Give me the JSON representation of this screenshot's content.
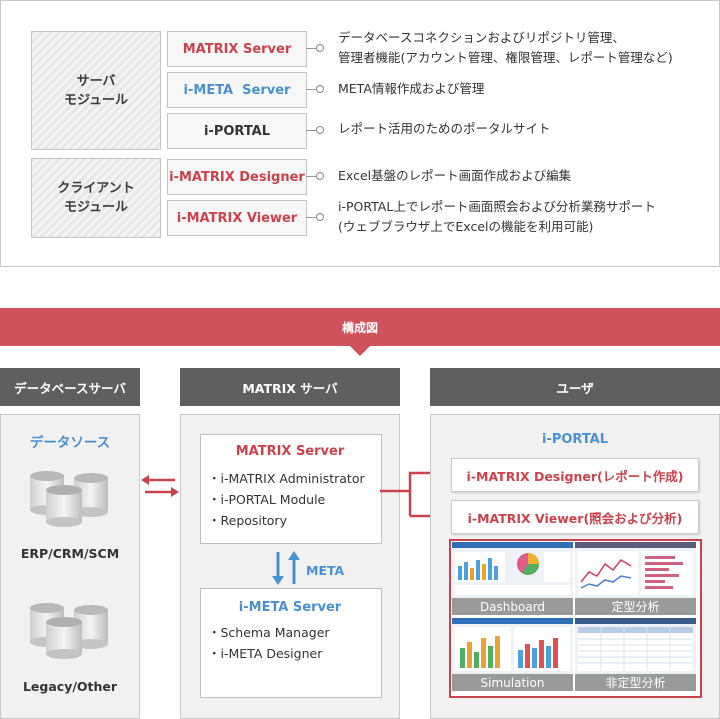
{
  "modules": {
    "server_category": [
      "サーバ",
      "モジュール"
    ],
    "client_category": [
      "クライアント",
      "モジュール"
    ],
    "rows": [
      {
        "name": "MATRIX Server",
        "desc": [
          "データベースコネクションおよびリポジトリ管理、",
          "管理者機能(アカウント管理、権限管理、レポート管理など)"
        ]
      },
      {
        "name": "i-META  Server",
        "desc": [
          "META情報作成および管理"
        ]
      },
      {
        "name": "i-PORTAL",
        "desc": [
          "レポート活用のためのポータルサイト"
        ]
      },
      {
        "name": "i-MATRIX Designer",
        "desc": [
          "Excel基盤のレポート画面作成および編集"
        ]
      },
      {
        "name": "i-MATRIX Viewer",
        "desc": [
          "i-PORTAL上でレポート画面照会および分析業務サポート",
          "(ウェブブラウザ上でExcelの機能を利用可能)"
        ]
      }
    ]
  },
  "diagram": {
    "banner": "構成図",
    "columns": [
      "データベースサーバ",
      "MATRIX サーバ",
      "ユーザ"
    ],
    "db_panel": {
      "title": "データソース",
      "sources": [
        "ERP/CRM/SCM",
        "Legacy/Other"
      ]
    },
    "matrix_server": {
      "title": "MATRIX Server",
      "items": [
        "・i-MATRIX Administrator",
        "・i-PORTAL Module",
        "・Repository"
      ]
    },
    "meta_label": "META",
    "meta_server": {
      "title": "i-META Server",
      "items": [
        "・Schema Manager",
        "・i-META Designer"
      ]
    },
    "user_panel": {
      "title": "i-PORTAL",
      "designer": "i-MATRIX Designer(レポート作成)",
      "viewer": "i-MATRIX Viewer(照会および分析)",
      "screens": [
        "Dashboard",
        "定型分析",
        "Simulation",
        "非定型分析"
      ]
    }
  },
  "colors": {
    "accent_red": "#c9424c",
    "accent_blue": "#4a90d0",
    "header_gray": "#5f5f5f",
    "banner_red": "#d0525c"
  }
}
